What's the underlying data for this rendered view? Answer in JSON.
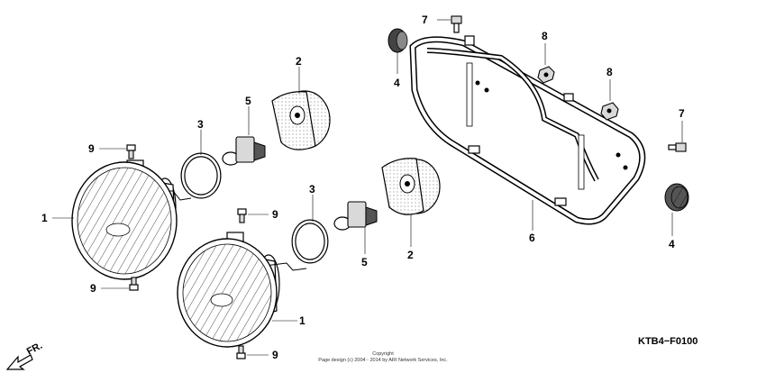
{
  "diagram": {
    "code": "KTB4−F0100",
    "front_mark": "FR.",
    "copyright_line1": "Copyright",
    "copyright_line2": "Page design (c) 2004 - 2014 by ARI Network Services, Inc.",
    "callouts": [
      {
        "id": "c1a",
        "label": "1"
      },
      {
        "id": "c1b",
        "label": "1"
      },
      {
        "id": "c2a",
        "label": "2"
      },
      {
        "id": "c2b",
        "label": "2"
      },
      {
        "id": "c3a",
        "label": "3"
      },
      {
        "id": "c3b",
        "label": "3"
      },
      {
        "id": "c4a",
        "label": "4"
      },
      {
        "id": "c4b",
        "label": "4"
      },
      {
        "id": "c5a",
        "label": "5"
      },
      {
        "id": "c5b",
        "label": "5"
      },
      {
        "id": "c6",
        "label": "6"
      },
      {
        "id": "c7a",
        "label": "7"
      },
      {
        "id": "c7b",
        "label": "7"
      },
      {
        "id": "c8a",
        "label": "8"
      },
      {
        "id": "c8b",
        "label": "8"
      },
      {
        "id": "c9a",
        "label": "9"
      },
      {
        "id": "c9b",
        "label": "9"
      },
      {
        "id": "c9c",
        "label": "9"
      },
      {
        "id": "c9d",
        "label": "9"
      }
    ]
  }
}
